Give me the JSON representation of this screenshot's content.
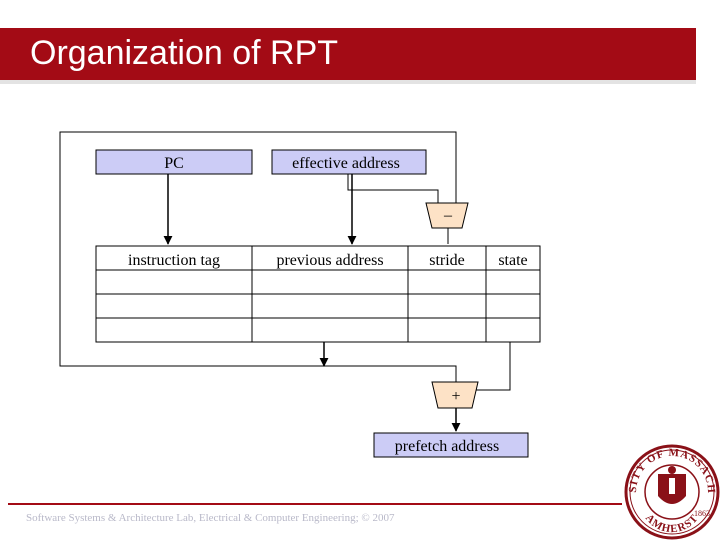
{
  "title": "Organization of RPT",
  "diagram": {
    "inputs": {
      "pc": "PC",
      "effective_address": "effective address"
    },
    "subtract_op": "–",
    "table_headers": {
      "instruction_tag": "instruction tag",
      "previous_address": "previous address",
      "stride": "stride",
      "state": "state"
    },
    "add_op": "+",
    "output": "prefetch address"
  },
  "footer": {
    "text": "Software Systems & Architecture Lab, Electrical & Computer Engineering; © 2007"
  },
  "seal": {
    "top_text": "UNIVERSITY OF MASSACHUSETTS",
    "bottom_text": "AMHERST",
    "year": "1863"
  },
  "colors": {
    "title_bar": "#a30b15",
    "input_box_fill": "#ccccf6",
    "op_fill": "#fde2c6",
    "output_fill": "#ccccf6",
    "footer_text": "#b9b9c9"
  }
}
